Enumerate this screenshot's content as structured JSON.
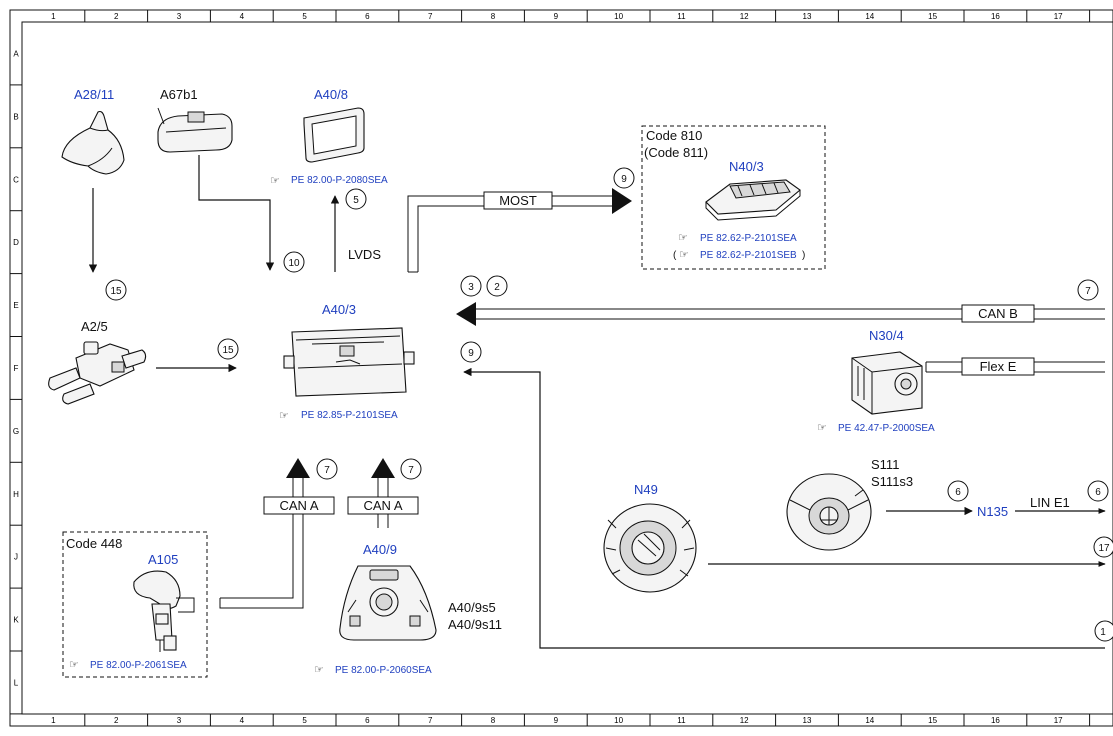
{
  "frame": {
    "columns": [
      "1",
      "2",
      "3",
      "4",
      "5",
      "6",
      "7",
      "8",
      "9",
      "10",
      "11",
      "12",
      "13",
      "14",
      "15",
      "16",
      "17"
    ],
    "rows": [
      "A",
      "B",
      "C",
      "D",
      "E",
      "F",
      "G",
      "H",
      "J",
      "K",
      "L"
    ]
  },
  "components": {
    "a28_11": {
      "label": "A28/11"
    },
    "a67b1": {
      "label": "A67b1"
    },
    "a40_8": {
      "label": "A40/8",
      "ref": "PE 82.00-P-2080SEA"
    },
    "n40_3": {
      "label": "N40/3",
      "code_line1": "Code 810",
      "code_line2": "(Code 811)",
      "ref1": "PE 82.62-P-2101SEA",
      "ref2": "(",
      "ref2b": "PE 82.62-P-2101SEB",
      "ref2c": ")"
    },
    "a2_5": {
      "label": "A2/5"
    },
    "a40_3": {
      "label": "A40/3",
      "ref": "PE 82.85-P-2101SEA"
    },
    "n30_4": {
      "label": "N30/4",
      "ref": "PE 42.47-P-2000SEA"
    },
    "n49": {
      "label": "N49"
    },
    "s111": {
      "label1": "S111",
      "label2": "S111s3"
    },
    "n135": {
      "label": "N135"
    },
    "a105": {
      "label": "A105",
      "code": "Code 448",
      "ref": "PE 82.00-P-2061SEA"
    },
    "a40_9": {
      "label": "A40/9",
      "sub1": "A40/9s5",
      "sub2": "A40/9s11",
      "ref": "PE 82.00-P-2060SEA"
    }
  },
  "connections": {
    "most": "MOST",
    "lvds": "LVDS",
    "can_b": "CAN B",
    "flex_e": "Flex E",
    "can_a_left": "CAN A",
    "can_a_right": "CAN A",
    "lin_e1": "LIN E1"
  },
  "callouts": {
    "c_most": "9",
    "c_a40_8": "5",
    "c_a67": "10",
    "c_a28": "15",
    "c_a25": "15",
    "c_canb_3": "3",
    "c_canb_2": "2",
    "c_canb_7": "7",
    "c_n49": "9",
    "c_cana_left": "7",
    "c_cana_right": "7",
    "c_n135": "6",
    "c_lin": "6",
    "c_n49_out": "17",
    "c_bottom": "1"
  },
  "colors": {
    "blue_label": "#1f3fbf",
    "line": "#111111"
  }
}
